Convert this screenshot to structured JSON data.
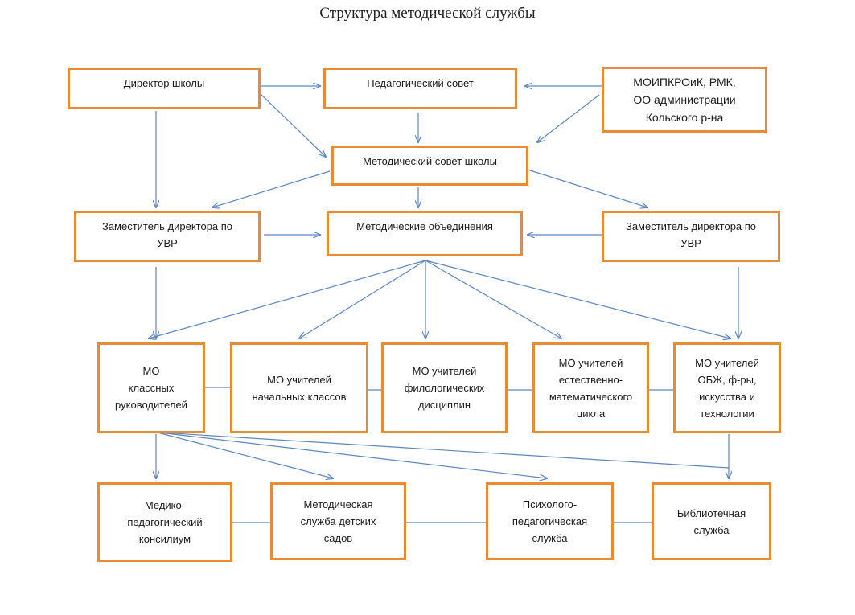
{
  "title": "Структура методической службы",
  "colors": {
    "box_border": "#e88b34",
    "arrow": "#5b86c5"
  },
  "nodes": {
    "director": "Директор школы",
    "ped_council": "Педагогический совет",
    "external": "МОИПКРОиК, РМК,\nОО администрации\nКольского р-на",
    "method_council": "Методический совет школы",
    "deputy_left": "Заместитель директора по\nУВР",
    "method_assoc": "Методические объединения",
    "deputy_right": "Заместитель директора по\nУВР",
    "mo_class": "МО\nклассных\nруководителей",
    "mo_primary": "МО учителей\nначальных классов",
    "mo_philology": "МО учителей\nфилологических\nдисциплин",
    "mo_science": "МО   учителей\nестественно-\nматематического\nцикла",
    "mo_obzh": "МО учителей\nОБЖ, ф-ры,\nискусства и\nтехнологии",
    "medical": "Медико-\nпедагогический\nконсилиум",
    "kindergarten": "Методическая\nслужба детских\nсадов",
    "psych": "Психолого-\nпедагогическая\nслужба",
    "library": "Библиотечная\nслужба"
  }
}
